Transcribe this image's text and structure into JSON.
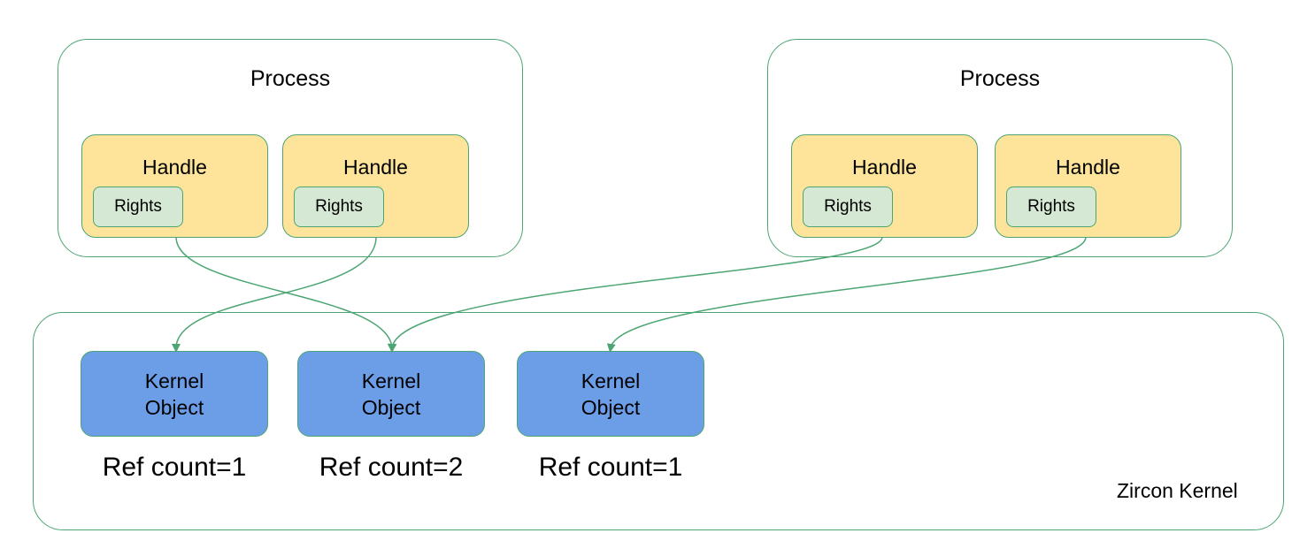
{
  "processes": [
    {
      "title": "Process",
      "handles": [
        {
          "label": "Handle",
          "rights": "Rights"
        },
        {
          "label": "Handle",
          "rights": "Rights"
        }
      ]
    },
    {
      "title": "Process",
      "handles": [
        {
          "label": "Handle",
          "rights": "Rights"
        },
        {
          "label": "Handle",
          "rights": "Rights"
        }
      ]
    }
  ],
  "kernel": {
    "label": "Zircon Kernel",
    "objects": [
      {
        "label": "Kernel\nObject",
        "ref_count": "Ref count=1"
      },
      {
        "label": "Kernel\nObject",
        "ref_count": "Ref count=2"
      },
      {
        "label": "Kernel\nObject",
        "ref_count": "Ref count=1"
      }
    ]
  },
  "colors": {
    "border": "#4ca573",
    "handle_fill": "#fde49a",
    "rights_fill": "#d5e8d3",
    "kernel_object_fill": "#6c9ee8"
  }
}
